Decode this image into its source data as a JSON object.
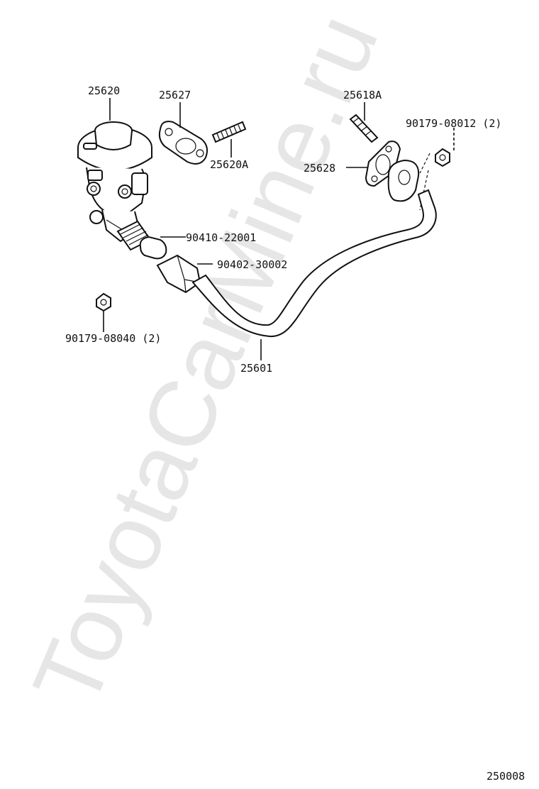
{
  "watermark": "ToyotaCarMine.ru",
  "diagram_ref": "250008",
  "parts": [
    {
      "id": "p25620",
      "label": "25620"
    },
    {
      "id": "p25627",
      "label": "25627"
    },
    {
      "id": "p25620A",
      "label": "25620A"
    },
    {
      "id": "p25618A",
      "label": "25618A"
    },
    {
      "id": "p90179_08012",
      "label": "90179-08012 (2)"
    },
    {
      "id": "p25628",
      "label": "25628"
    },
    {
      "id": "p90410_22001",
      "label": "90410-22001"
    },
    {
      "id": "p90402_30002",
      "label": "90402-30002"
    },
    {
      "id": "p90179_08040",
      "label": "90179-08040 (2)"
    },
    {
      "id": "p25601",
      "label": "25601"
    }
  ]
}
